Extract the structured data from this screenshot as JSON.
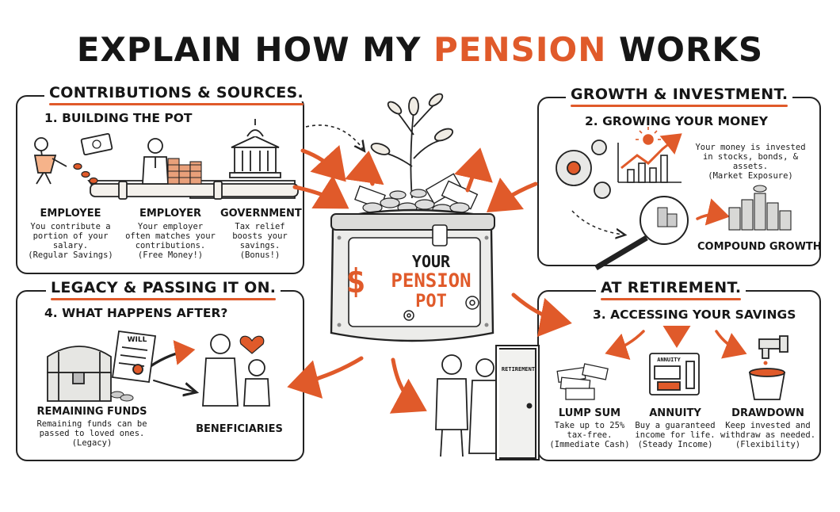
{
  "title": {
    "prefix": "EXPLAIN HOW MY ",
    "accent": "PENSION",
    "suffix": " WORKS"
  },
  "pot": {
    "line1": "YOUR",
    "line2": "PENSION",
    "line3": "POT",
    "currency_symbol": "$"
  },
  "contributions": {
    "heading": "CONTRIBUTIONS & SOURCES.",
    "subheading": "1. BUILDING THE POT",
    "sources": [
      {
        "label": "EMPLOYEE",
        "lines": [
          "You contribute a",
          "portion of your",
          "salary.",
          "(Regular Savings)"
        ]
      },
      {
        "label": "EMPLOYER",
        "lines": [
          "Your employer",
          "often matches your",
          "contributions.",
          "(Free Money!)"
        ]
      },
      {
        "label": "GOVERNMENT",
        "lines": [
          "Tax relief",
          "boosts your",
          "savings.",
          "(Bonus!)"
        ]
      }
    ]
  },
  "growth": {
    "heading": "GROWTH & INVESTMENT.",
    "subheading": "2. GROWING YOUR MONEY",
    "invest_lines": [
      "Your money is invested",
      "in stocks, bonds, & assets.",
      "(Market Exposure)"
    ],
    "compound_label": "COMPOUND GROWTH"
  },
  "legacy": {
    "heading": "LEGACY & PASSING IT ON.",
    "subheading": "4. WHAT HAPPENS AFTER?",
    "will_label": "WILL",
    "remaining_label": "REMAINING FUNDS",
    "remaining_lines": [
      "Remaining funds can be",
      "passed to loved ones.",
      "(Legacy)"
    ],
    "beneficiaries_label": "BENEFICIARIES"
  },
  "retirement": {
    "heading": "AT RETIREMENT.",
    "subheading": "3. ACCESSING YOUR SAVINGS",
    "door_sign": "RETIREMENT",
    "annuity_sign": "ANNUITY",
    "options": [
      {
        "label": "LUMP SUM",
        "lines": [
          "Take up to 25%",
          "tax-free.",
          "(Immediate Cash)"
        ]
      },
      {
        "label": "ANNUITY",
        "lines": [
          "Buy a guaranteed",
          "income for life.",
          "(Steady Income)"
        ]
      },
      {
        "label": "DRAWDOWN",
        "lines": [
          "Keep invested and",
          "withdraw as needed.",
          "(Flexibility)"
        ]
      }
    ]
  },
  "colors": {
    "accent": "#e05a2a",
    "ink": "#1a1a1a",
    "background": "#ffffff"
  },
  "icons": [
    "coin-icon",
    "banknote-icon",
    "government-building-icon",
    "gear-icon",
    "chart-icon",
    "sun-icon",
    "magnifier-icon",
    "coin-stack-icon",
    "treasure-chest-icon",
    "will-scroll-icon",
    "heart-icon",
    "door-icon",
    "tap-icon",
    "bucket-icon",
    "annuity-machine-icon",
    "plant-icon"
  ]
}
